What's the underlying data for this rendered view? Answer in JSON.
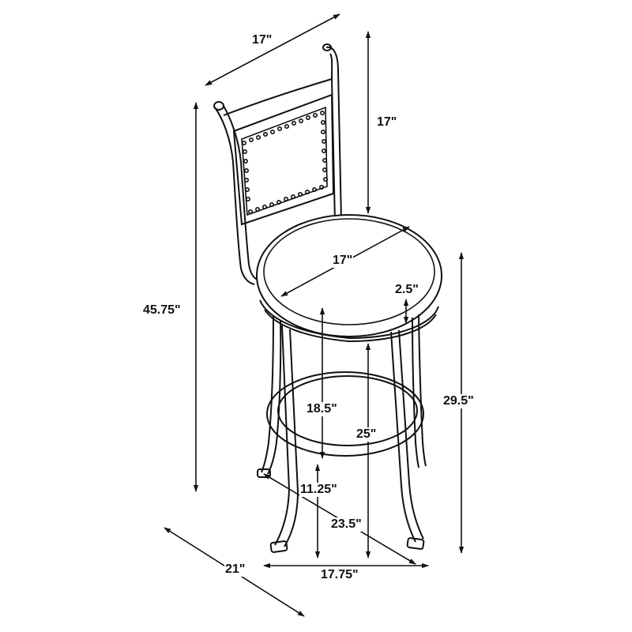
{
  "dimensions": {
    "backrest_width": "17\"",
    "backrest_height": "17\"",
    "overall_height": "45.75\"",
    "seat_diameter": "17\"",
    "seat_thickness": "2.5\"",
    "seat_height": "29.5\"",
    "footrest_to_seat": "18.5\"",
    "inner_height": "25\"",
    "footrest_height": "11.25\"",
    "base_diagonal": "23.5\"",
    "base_width": "17.75\"",
    "base_depth": "21\""
  },
  "colors": {
    "line": "#111111",
    "background": "#ffffff"
  }
}
